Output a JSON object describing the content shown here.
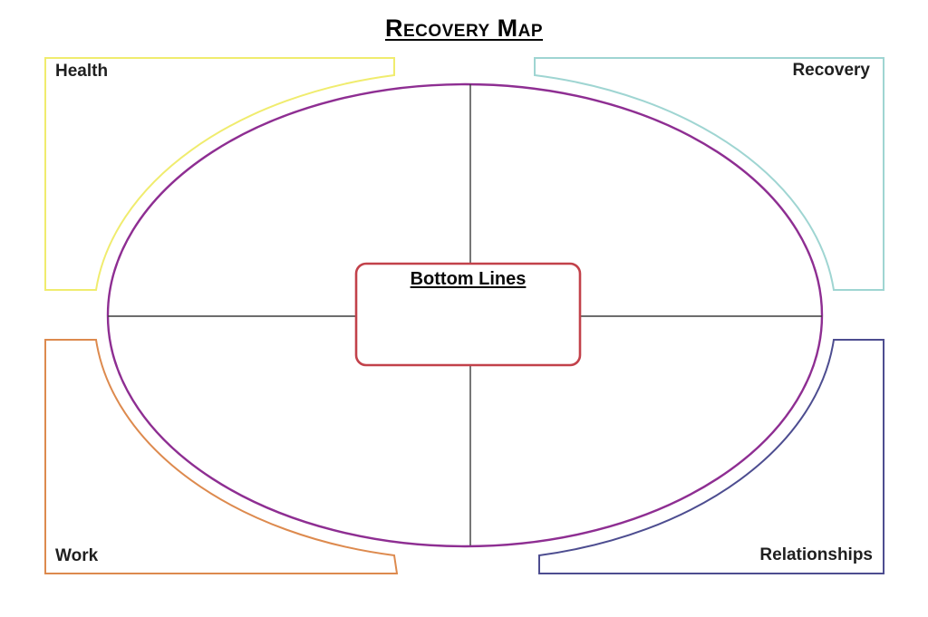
{
  "title": "Recovery Map",
  "center_box": {
    "label": "Bottom Lines",
    "border_color": "#c2414a"
  },
  "quadrants": [
    {
      "label": "Health",
      "position": "top-left",
      "color": "#f0ec6e"
    },
    {
      "label": "Recovery",
      "position": "top-right",
      "color": "#9fd5d2"
    },
    {
      "label": "Work",
      "position": "bottom-left",
      "color": "#dd8a4e"
    },
    {
      "label": "Relationships",
      "position": "bottom-right",
      "color": "#4d4d90"
    }
  ],
  "colors": {
    "ellipse": "#8e2e92",
    "axis": "#3d3d3d"
  }
}
